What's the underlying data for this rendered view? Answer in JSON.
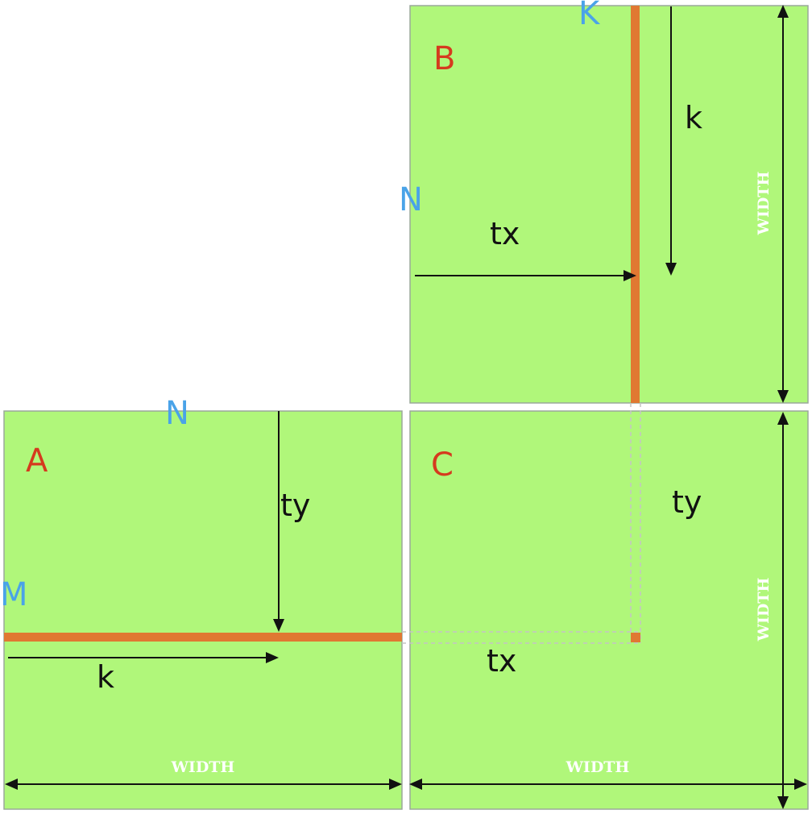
{
  "matrices": {
    "a": {
      "name": "A",
      "width_label": "WIDTH"
    },
    "b": {
      "name": "B",
      "width_label": "WIDTH"
    },
    "c": {
      "name": "C",
      "width_label": "WIDTH",
      "height_label": "WIDTH"
    }
  },
  "dimension_labels": {
    "b_top": "K",
    "b_left": "N",
    "a_top": "N",
    "a_left": "M"
  },
  "variables": {
    "b_tx": "tx",
    "b_k": "k",
    "a_ty": "ty",
    "a_k": "k",
    "c_ty": "ty",
    "c_tx": "tx"
  },
  "colors": {
    "matrix_fill": "#b0f77a",
    "highlight": "#e07832",
    "matrix_letter": "#d53a1e",
    "dimension_letter": "#4aa3e8"
  }
}
